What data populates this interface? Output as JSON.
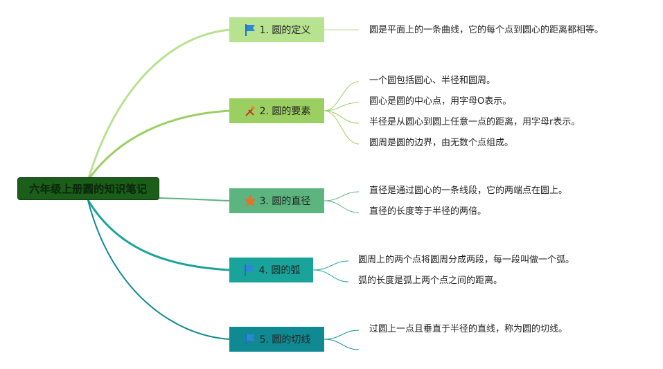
{
  "root": {
    "title": "六年级上册圆的知识笔记"
  },
  "topics": [
    {
      "label": "1. 圆的定义",
      "icon": "blue-flag-icon",
      "color": "#b7e28f",
      "notes": [
        "圆是平面上的一条曲线，它的每个点到圆心的距离都相等。"
      ]
    },
    {
      "label": "2. 圆的要素",
      "icon": "sparkle-tools-icon",
      "color": "#9ccf62",
      "notes": [
        "一个圆包括圆心、半径和圆周。",
        "圆心是圆的中心点，用字母O表示。",
        "半径是从圆心到圆上任意一点的距离，用字母r表示。",
        "圆周是圆的边界，由无数个点组成。"
      ]
    },
    {
      "label": "3. 圆的直径",
      "icon": "orange-star-icon",
      "color": "#5cb47e",
      "notes": [
        "直径是通过圆心的一条线段，它的两端点在圆上。",
        "直径的长度等于半径的两倍。"
      ]
    },
    {
      "label": "4. 圆的弧",
      "icon": "blue-flag-icon",
      "color": "#1aa39a",
      "notes": [
        "圆周上的两个点将圆周分成两段，每一段叫做一个弧。",
        "弧的长度是弧上两个点之间的距离。"
      ]
    },
    {
      "label": "5. 圆的切线",
      "icon": "blue-flag-icon",
      "color": "#0f8a92",
      "notes": [
        "过圆上一点且垂直于半径的直线，称为圆的切线。",
        ""
      ]
    }
  ]
}
